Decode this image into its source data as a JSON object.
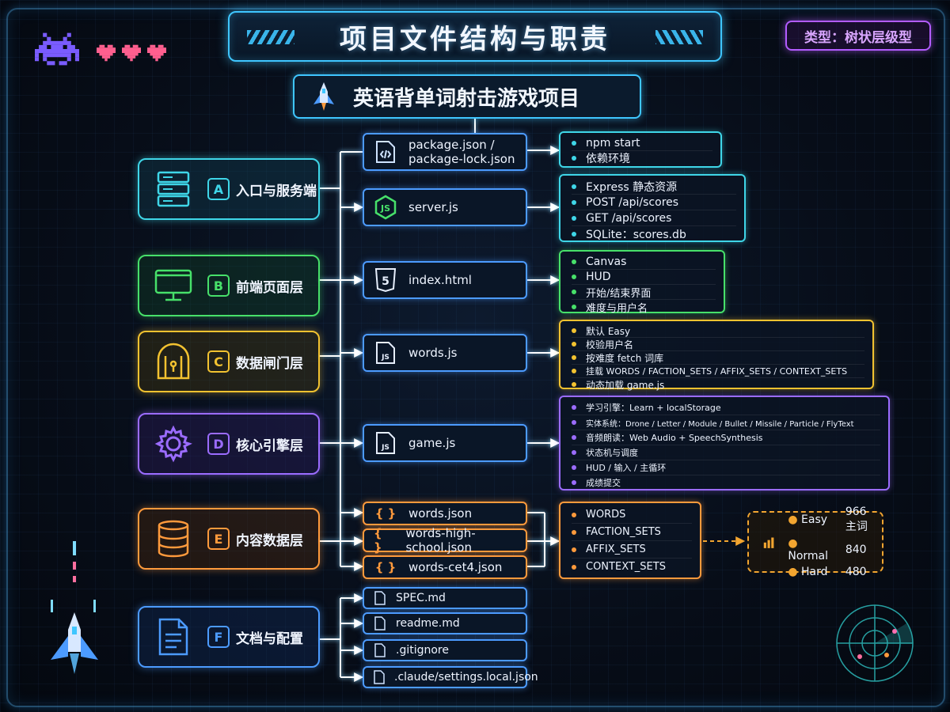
{
  "title": "项目文件结构与职责",
  "type_badge": "类型：树状层级型",
  "root": {
    "title": "英语背单词射击游戏项目",
    "icon": "rocket-icon"
  },
  "colors": {
    "cyan": "#3fd6e8",
    "green": "#47e06a",
    "yellow": "#f2c230",
    "purple": "#9b6cff",
    "orange": "#ff9a3c",
    "blue": "#4c9bff",
    "title_border": "#3fc6ff"
  },
  "categories": [
    {
      "letter": "A",
      "label": "入口与服务端",
      "icon": "server-icon"
    },
    {
      "letter": "B",
      "label": "前端页面层",
      "icon": "monitor-icon"
    },
    {
      "letter": "C",
      "label": "数据闸门层",
      "icon": "gate-icon"
    },
    {
      "letter": "D",
      "label": "核心引擎层",
      "icon": "gear-icon"
    },
    {
      "letter": "E",
      "label": "内容数据层",
      "icon": "database-icon"
    },
    {
      "letter": "F",
      "label": "文档与配置",
      "icon": "document-icon"
    }
  ],
  "files": {
    "package": [
      "package.json /",
      "package-lock.json"
    ],
    "server": "server.js",
    "index": "index.html",
    "words_js": "words.js",
    "game_js": "game.js",
    "json_files": [
      "words.json",
      "words-high-school.json",
      "words-cet4.json"
    ],
    "doc_files": [
      "SPEC.md",
      "readme.md",
      ".gitignore",
      ".claude/settings.local.json"
    ]
  },
  "details": {
    "package": [
      "npm start",
      "依赖环境"
    ],
    "server": [
      "Express 静态资源",
      "POST /api/scores",
      "GET /api/scores",
      "SQLite：scores.db"
    ],
    "index": [
      "Canvas",
      "HUD",
      "开始/结束界面",
      "难度与用户名"
    ],
    "words_js": [
      "默认 Easy",
      "校验用户名",
      "按难度 fetch 词库",
      "挂载 WORDS / FACTION_SETS / AFFIX_SETS / CONTEXT_SETS",
      "动态加载 game.js"
    ],
    "game_js": [
      "学习引擎：Learn + localStorage",
      "实体系统：Drone / Letter / Module / Bullet / Missile / Particle / FlyText",
      "音频朗读：Web Audio + SpeechSynthesis",
      "状态机与调度",
      "HUD / 输入 / 主循环",
      "成绩提交"
    ],
    "json": [
      "WORDS",
      "FACTION_SETS",
      "AFFIX_SETS",
      "CONTEXT_SETS"
    ]
  },
  "word_counts": {
    "rows": [
      {
        "level": "Easy",
        "count": "966 主词"
      },
      {
        "level": "Normal",
        "count": "840"
      },
      {
        "level": "Hard",
        "count": "480"
      }
    ],
    "icon": "bar-chart-icon"
  },
  "decor": {
    "invader_icon": "space-invader-icon",
    "lives": 3,
    "heart_icon": "heart-icon",
    "player_ship_icon": "spaceship-icon",
    "radar_icon": "radar-icon"
  }
}
